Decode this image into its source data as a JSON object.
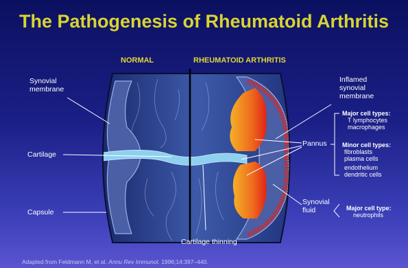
{
  "title": "The Pathogenesis of Rheumatoid Arthritis",
  "headers": {
    "normal": "NORMAL",
    "ra": "RHEUMATOID ARTHRITIS"
  },
  "labels": {
    "synovial_membrane": "Synovial\nmembrane",
    "cartilage": "Cartilage",
    "capsule": "Capsule",
    "inflamed_membrane": "Inflamed\nsynovial\nmembrane",
    "pannus": "Pannus",
    "synovial_fluid": "Synovial\nfluid",
    "cartilage_thinning": "Cartilage thinning"
  },
  "cell_types": {
    "major_heading": "Major cell types:",
    "major_items": [
      "T lymphocytes",
      "macrophages"
    ],
    "minor_heading": "Minor cell types:",
    "minor_items": [
      "fibroblasts",
      "plasma cells",
      "endothelium",
      "dendritic cells"
    ],
    "fluid_heading": "Major cell type:",
    "fluid_items": [
      "neutrophils"
    ]
  },
  "citation": {
    "prefix": "Adapted from Feldmann M, et al.",
    "journal": "Annu Rev Immunol.",
    "suffix": "1996;14:397–440."
  },
  "colors": {
    "title": "#d8d432",
    "header": "#e2d634",
    "synovium": "#4a5fa6",
    "cartilage": "#8fd0ef",
    "inflamed": "#e02418",
    "pannus": "#f29a22"
  }
}
